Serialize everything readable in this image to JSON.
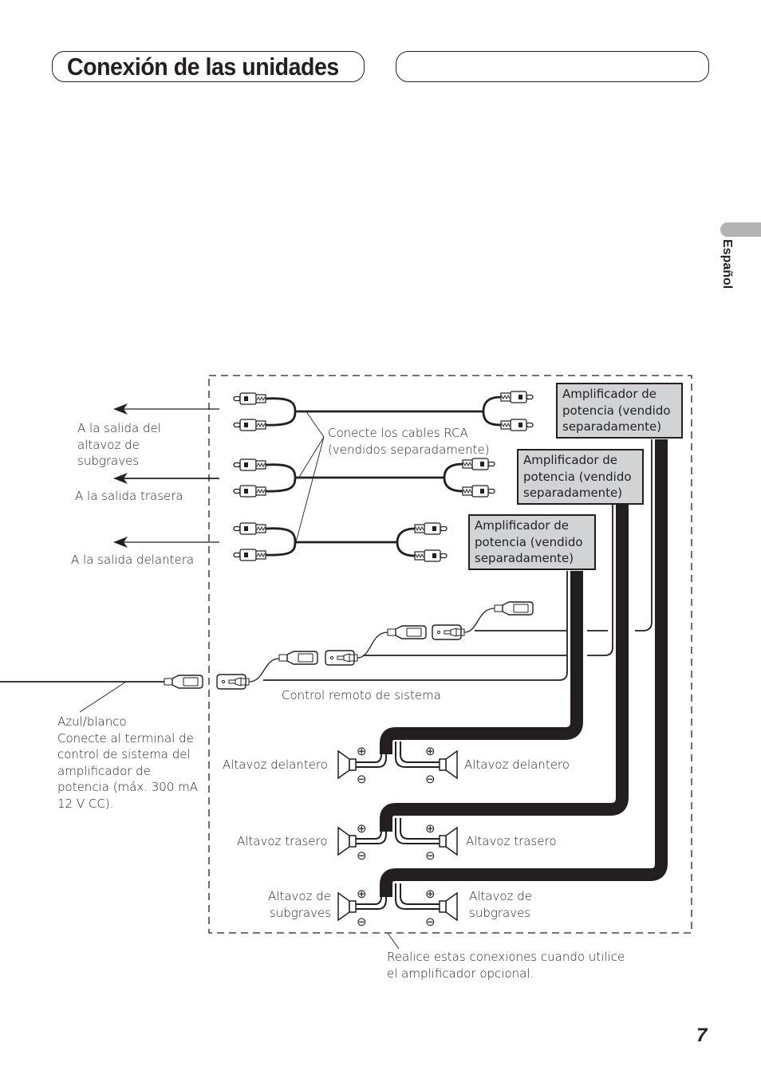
{
  "header": {
    "title": "Conexión de las unidades",
    "blank_box": ""
  },
  "side_tab": {
    "label": "Español"
  },
  "page_number": "7",
  "diagram": {
    "outputs": {
      "subwoofer": "A la salida del\naltavoz de\nsubgraves",
      "rear": "A la salida trasera",
      "front": "A la salida delantera"
    },
    "rca_note": "Conecte los cables RCA\n(vendidos separadamente)",
    "amplifiers": [
      "Amplificador de\npotencia (vendido\nseparadamente)",
      "Amplificador de\npotencia (vendido\nseparadamente)",
      "Amplificador de\npotencia (vendido\nseparadamente)"
    ],
    "system_remote": "Control remoto de sistema",
    "blue_white_note": "Azul/blanco\nConecte al terminal de\ncontrol de sistema del\namplificador de\npotencia (máx. 300 mA\n12 V CC).",
    "speakers": {
      "front_left": "Altavoz delantero",
      "front_right": "Altavoz delantero",
      "rear_left": "Altavoz trasero",
      "rear_right": "Altavoz trasero",
      "sub_left": "Altavoz de\nsubgraves",
      "sub_right": "Altavoz de\nsubgraves"
    },
    "polarity": {
      "plus": "⊕",
      "minus": "⊖"
    },
    "optional_note": "Realice estas conexiones cuando utilice\nel amplificador opcional."
  }
}
